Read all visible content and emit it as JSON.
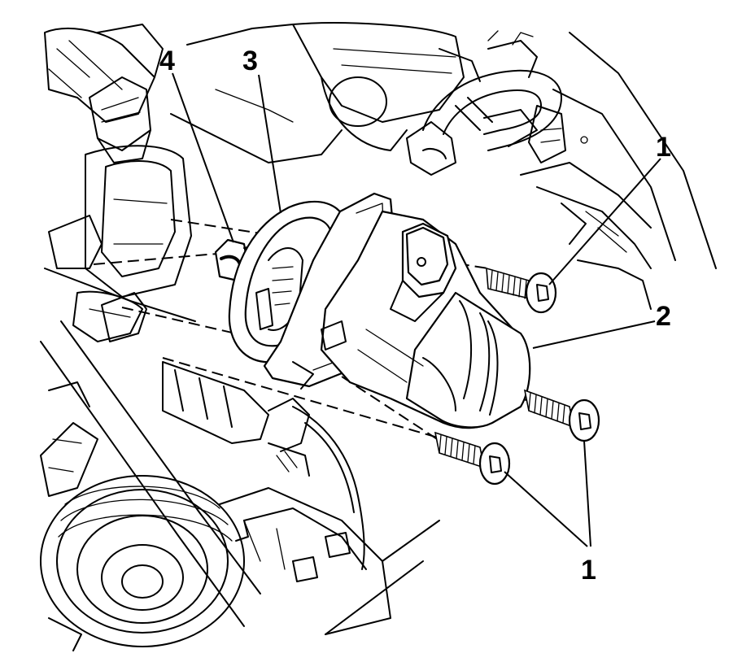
{
  "callouts": [
    {
      "id": "1",
      "text": "1"
    },
    {
      "id": "2",
      "text": "2"
    },
    {
      "id": "3",
      "text": "3"
    },
    {
      "id": "4",
      "text": "4"
    },
    {
      "id": "1b",
      "text": "1"
    }
  ]
}
